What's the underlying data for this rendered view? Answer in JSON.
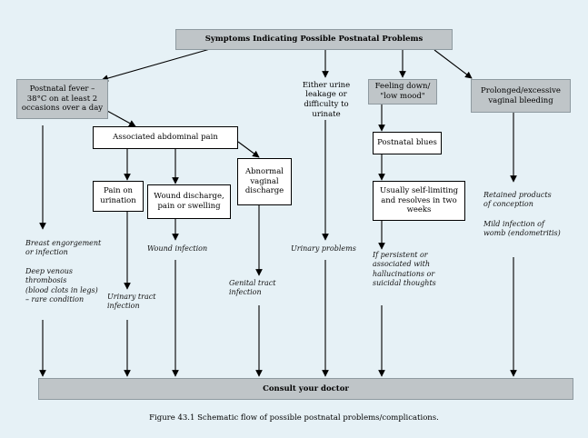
{
  "diagram": {
    "top_box": "Symptoms Indicating Possible Postnatal Problems",
    "fever_box": "Postnatal fever –\n38°C on at least 2\noccasions over a day",
    "urine_box": "Either urine\nleakage or\ndifficulty to\nurinate",
    "mood_box": "Feeling down/\n\"low mood\"",
    "bleeding_box": "Prolonged/excessive\nvaginal bleeding",
    "abdominal_box": "Associated abdominal pain",
    "pain_urination_box": "Pain on\nurination",
    "wound_box": "Wound discharge,\npain or swelling",
    "vaginal_discharge_box": "Abnormal\nvaginal\ndischarge",
    "blues_box": "Postnatal blues",
    "self_limiting_box": "Usually self-limiting\nand resolves in two\nweeks",
    "breast_text": "Breast engorgement\nor infection",
    "dvt_text": "Deep venous\nthrombosis\n(blood clots in legs)\n– rare condition",
    "uti_text": "Urinary tract\ninfection",
    "wound_inf_text": "Wound infection",
    "genital_text": "Genital tract\ninfection",
    "urinary_text": "Urinary problems",
    "persistent_text": "If persistent or\nassociated with\nhallucinations or\nsuicidal thoughts",
    "retained_text": "Retained products\nof conception",
    "mild_text": "Mild infection of\nwomb (endometritis)",
    "consult_box": "Consult your doctor"
  },
  "caption": "Figure 43.1  Schematic flow of possible postnatal problems/complications.",
  "colors": {
    "background": "#e6f1f6",
    "gray_box": "#bfc5c8",
    "arrow": "#000000"
  }
}
